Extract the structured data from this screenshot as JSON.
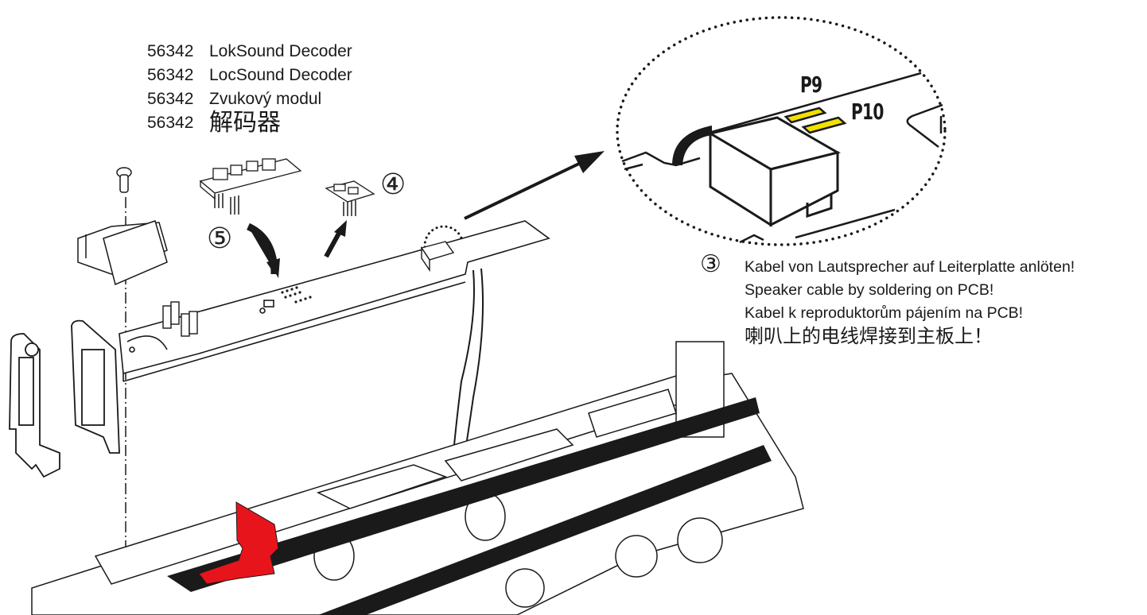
{
  "parts_list": [
    {
      "number": "56342",
      "name": "LokSound Decoder"
    },
    {
      "number": "56342",
      "name": "LocSound Decoder"
    },
    {
      "number": "56342",
      "name": "Zvukový modul"
    },
    {
      "number": "56342",
      "name": "解码器"
    }
  ],
  "steps": {
    "step3": "③",
    "step4": "④",
    "step5": "⑤"
  },
  "pads": {
    "p9": "P9",
    "p10": "P10"
  },
  "instruction": {
    "lines": [
      "Kabel von Lautsprecher auf Leiterplatte anlöten!",
      "Speaker cable by soldering on PCB!",
      "Kabel k reproduktorům pájením na PCB!",
      "喇叭上的电线焊接到主板上！"
    ]
  },
  "colors": {
    "pad_yellow": "#f2e000",
    "highlight_red": "#e8141b",
    "line": "#1a1a1a"
  }
}
